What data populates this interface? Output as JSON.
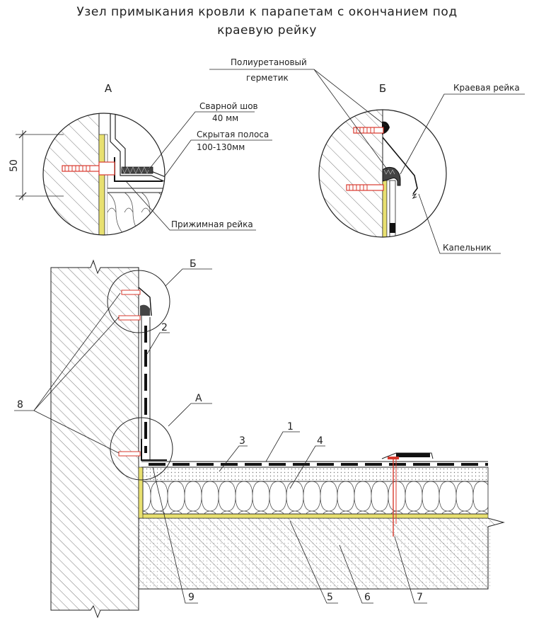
{
  "title": {
    "line1": "Узел примыкания кровли к парапетам с окончанием под",
    "line2": "краевую рейку"
  },
  "detail_a": {
    "letter": "А",
    "dimension": "50",
    "labels": {
      "weld_seam_1": "Сварной шов",
      "weld_seam_2": "40 мм",
      "hidden_strip_1": "Скрытая полоса",
      "hidden_strip_2": "100-130мм",
      "clamp_rail": "Прижимная рейка"
    }
  },
  "detail_b": {
    "letter": "Б",
    "labels": {
      "sealant_1": "Полиуретановый",
      "sealant_2": "герметик",
      "edge_rail": "Краевая рейка",
      "drip": "Капельник"
    }
  },
  "main": {
    "callout_b": "Б",
    "callout_a": "А",
    "positions": [
      "1",
      "2",
      "3",
      "4",
      "5",
      "6",
      "7",
      "8",
      "9"
    ]
  },
  "colors": {
    "line": "#222222",
    "hatch": "#555555",
    "yellow": "#e8e070",
    "red": "#d83a2e",
    "dark": "#111111"
  }
}
